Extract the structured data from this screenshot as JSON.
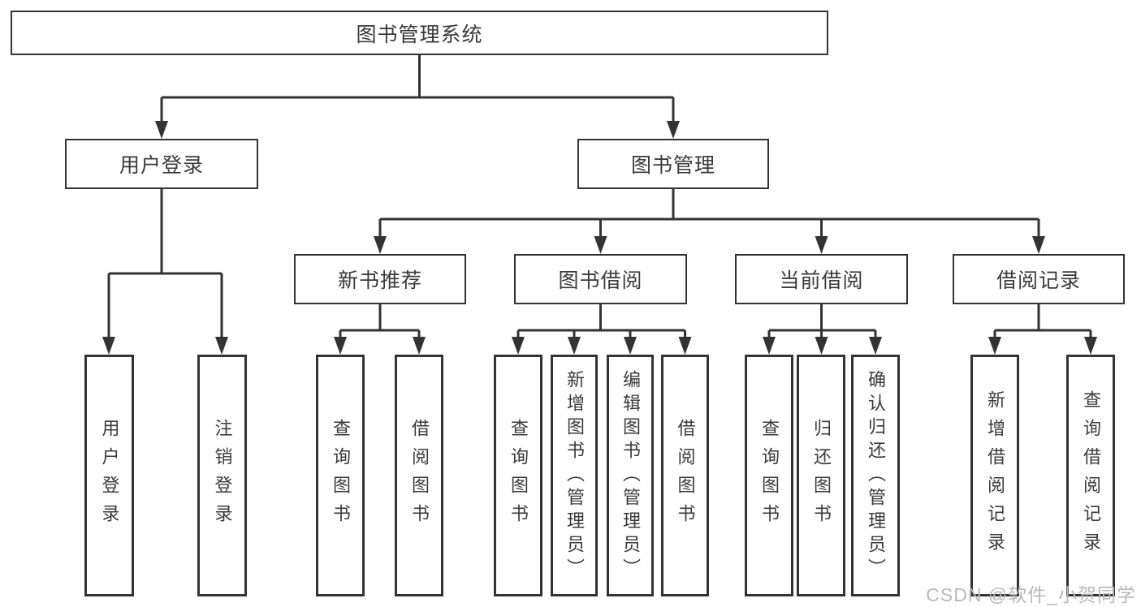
{
  "colors": {
    "line": "#333333",
    "text": "#3a3a3a",
    "bg": "#ffffff",
    "watermark": "#b9b9b9"
  },
  "tree": {
    "root": {
      "label": "图书管理系统"
    },
    "children": [
      {
        "label": "用户登录",
        "children": [
          {
            "label": "用户登录"
          },
          {
            "label": "注销登录"
          }
        ]
      },
      {
        "label": "图书管理",
        "children": [
          {
            "label": "新书推荐",
            "children": [
              {
                "label": "查询图书"
              },
              {
                "label": "借阅图书"
              }
            ]
          },
          {
            "label": "图书借阅",
            "children": [
              {
                "label": "查询图书"
              },
              {
                "label": "新增图书（管理员）"
              },
              {
                "label": "编辑图书（管理员）"
              },
              {
                "label": "借阅图书"
              }
            ]
          },
          {
            "label": "当前借阅",
            "children": [
              {
                "label": "查询图书"
              },
              {
                "label": "归还图书"
              },
              {
                "label": "确认归还（管理员）"
              }
            ]
          },
          {
            "label": "借阅记录",
            "children": [
              {
                "label": "新增借阅记录"
              },
              {
                "label": "查询借阅记录"
              }
            ]
          }
        ]
      }
    ]
  },
  "watermark": "CSDN @软件_小贺同学"
}
